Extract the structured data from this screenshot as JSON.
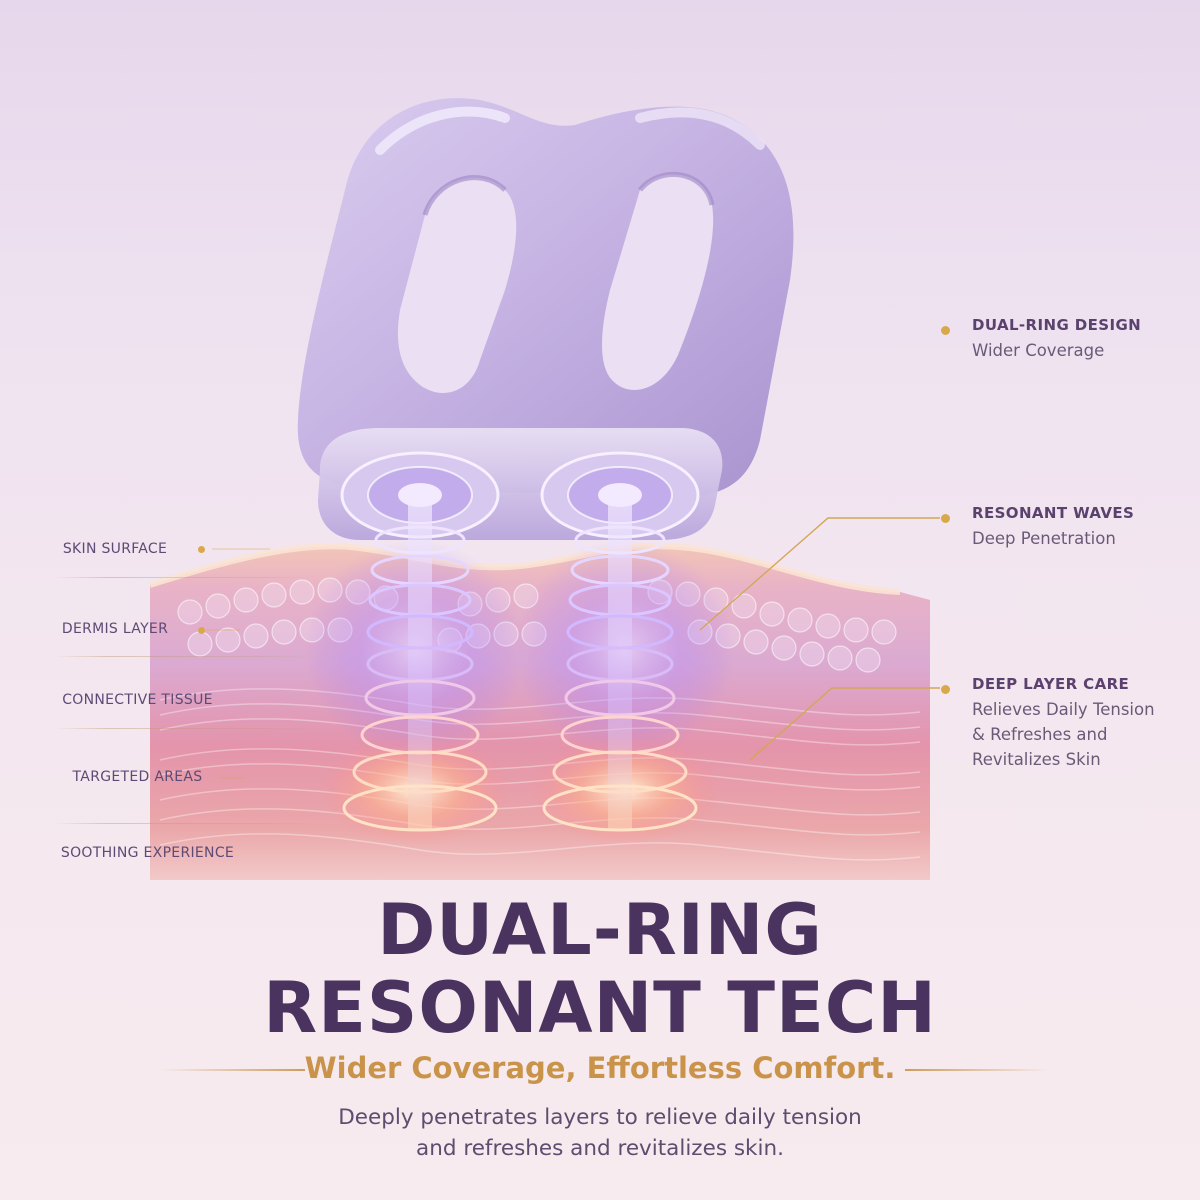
{
  "left_labels": [
    "SKIN SURFACE",
    "DERMIS LAYER",
    "CONNECTIVE TISSUE",
    "TARGETED AREAS",
    "SOOTHING EXPERIENCE"
  ],
  "callouts": [
    {
      "title": "DUAL-RING DESIGN",
      "lines": [
        "Wider Coverage"
      ]
    },
    {
      "title": "RESONANT WAVES",
      "lines": [
        "Deep Penetration"
      ]
    },
    {
      "title": "DEEP LAYER CARE",
      "lines": [
        "Relieves Daily Tension",
        "& Refreshes and",
        "Revitalizes Skin"
      ]
    }
  ],
  "headline": {
    "line1": "DUAL-RING",
    "line2": "RESONANT TECH"
  },
  "subheadline": "Wider Coverage, Effortless Comfort.",
  "body": {
    "line1": "Deeply penetrates layers to relieve daily tension",
    "line2": "and refreshes and revitalizes skin."
  },
  "colors": {
    "headline": "#4a335f",
    "subheadline": "#c9944a",
    "accent_gold": "#d8a94a",
    "device_lavender": "#c9b6e6",
    "wave_violet": "#b08cff",
    "skin_pink": "#e58fa0"
  },
  "icons": [
    "massager-device-illustration",
    "skin-layers-illustration",
    "resonant-wave-rings"
  ]
}
